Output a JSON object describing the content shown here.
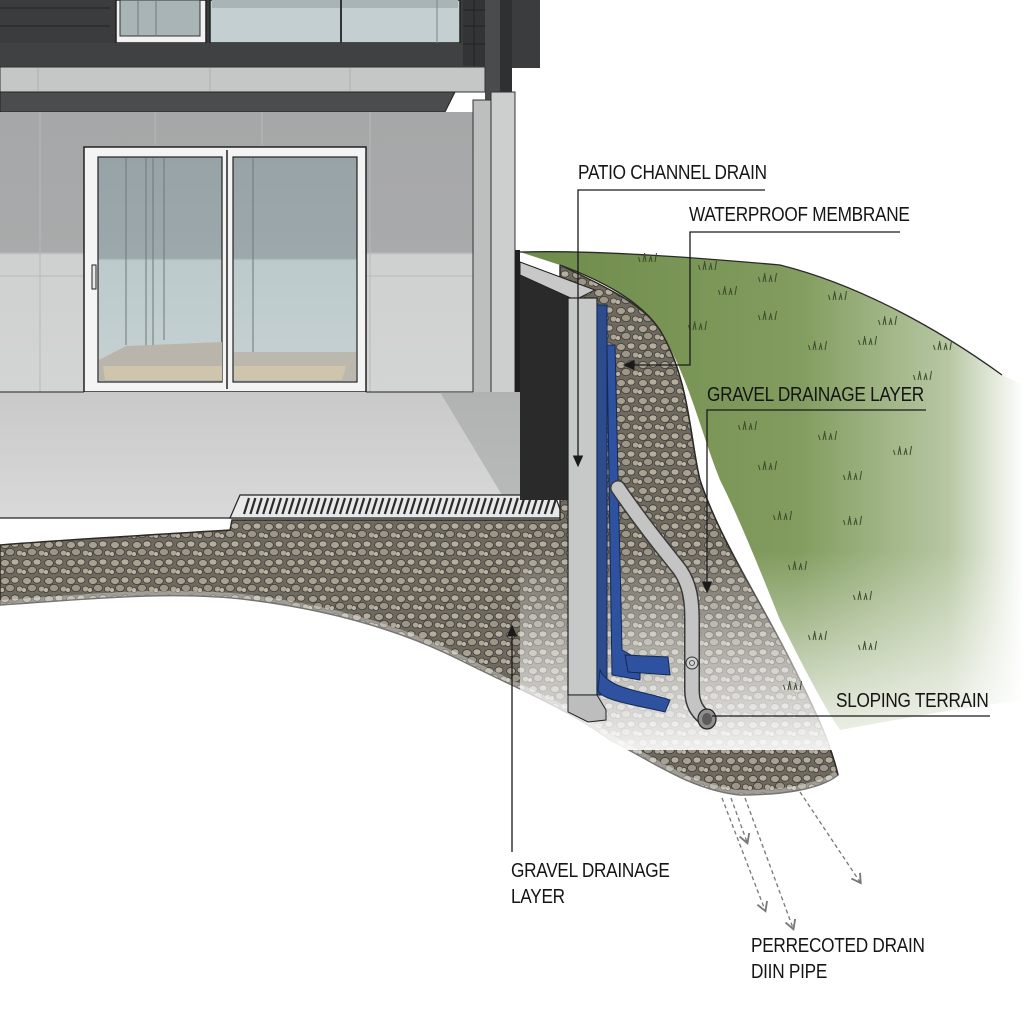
{
  "diagram": {
    "type": "cross-section illustration",
    "subject": "Patio drainage system at house foundation with sloping terrain",
    "colors": {
      "siding": "#3a3b3d",
      "concrete_wall": "#c9cacb",
      "patio_slab": "#cfcfcf",
      "glass": "#b9c7ca",
      "gravel": "#8b8476",
      "membrane": "#2a4a8c",
      "pipe": "#bcbcbc",
      "grass": "#7f9a5a",
      "leader_line": "#1a1a1a"
    }
  },
  "labels": {
    "patio_channel_drain": "PATIO CHANNEL DRAIN",
    "waterproof_membrane": "WATERPROOF MEMBRANE",
    "gravel_drainage_layer_right": "GRAVEL DRAINAGE LAYER",
    "sloping_terrain": "SLOPING TERRAIN",
    "gravel_drainage_layer_bottom_line1": "GRAVEL DRAINAGE",
    "gravel_drainage_layer_bottom_line2": "LAYER",
    "perforated_drain_pipe_line1": "PERRECOTED DRAIN",
    "perforated_drain_pipe_line2": "DIIN PIPE"
  },
  "components": [
    {
      "id": "upper-floor-siding",
      "name": "Upper floor dark siding with windows"
    },
    {
      "id": "sliding-glass-door",
      "name": "Sliding glass patio door"
    },
    {
      "id": "patio-slab",
      "name": "Concrete patio slab"
    },
    {
      "id": "channel-drain-grate",
      "name": "Patio channel drain grate"
    },
    {
      "id": "foundation-wall",
      "name": "Concrete foundation wall"
    },
    {
      "id": "waterproof-membrane",
      "name": "Blue waterproof membrane"
    },
    {
      "id": "drain-pipe",
      "name": "Grey perforated drain pipe"
    },
    {
      "id": "gravel-layer",
      "name": "Gravel drainage layer"
    },
    {
      "id": "sloping-terrain",
      "name": "Grass-covered sloping terrain"
    },
    {
      "id": "water-flow-arrows",
      "name": "Dashed downward water flow arrows"
    }
  ]
}
